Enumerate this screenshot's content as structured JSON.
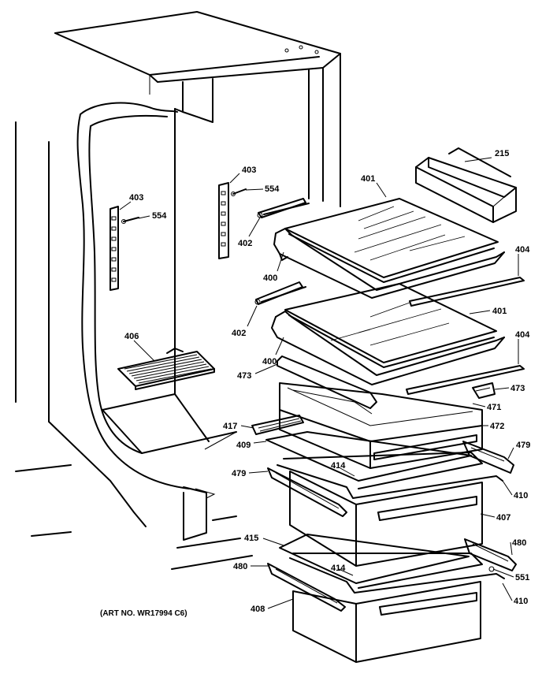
{
  "art_number": "(ART NO. WR17994 C6)",
  "callouts": [
    {
      "key": "c215",
      "label": "215"
    },
    {
      "key": "c401a",
      "label": "401"
    },
    {
      "key": "c403a",
      "label": "403"
    },
    {
      "key": "c554a",
      "label": "554"
    },
    {
      "key": "c403b",
      "label": "403"
    },
    {
      "key": "c554b",
      "label": "554"
    },
    {
      "key": "c402a",
      "label": "402"
    },
    {
      "key": "c404a",
      "label": "404"
    },
    {
      "key": "c400a",
      "label": "400"
    },
    {
      "key": "c401b",
      "label": "401"
    },
    {
      "key": "c402b",
      "label": "402"
    },
    {
      "key": "c404b",
      "label": "404"
    },
    {
      "key": "c406",
      "label": "406"
    },
    {
      "key": "c400b",
      "label": "400"
    },
    {
      "key": "c473a",
      "label": "473"
    },
    {
      "key": "c473b",
      "label": "473"
    },
    {
      "key": "c471",
      "label": "471"
    },
    {
      "key": "c417",
      "label": "417"
    },
    {
      "key": "c472",
      "label": "472"
    },
    {
      "key": "c409",
      "label": "409"
    },
    {
      "key": "c479a",
      "label": "479"
    },
    {
      "key": "c479b",
      "label": "479"
    },
    {
      "key": "c414a",
      "label": "414"
    },
    {
      "key": "c410a",
      "label": "410"
    },
    {
      "key": "c407",
      "label": "407"
    },
    {
      "key": "c415",
      "label": "415"
    },
    {
      "key": "c480a",
      "label": "480"
    },
    {
      "key": "c480b",
      "label": "480"
    },
    {
      "key": "c414b",
      "label": "414"
    },
    {
      "key": "c551",
      "label": "551"
    },
    {
      "key": "c408",
      "label": "408"
    },
    {
      "key": "c410b",
      "label": "410"
    }
  ]
}
